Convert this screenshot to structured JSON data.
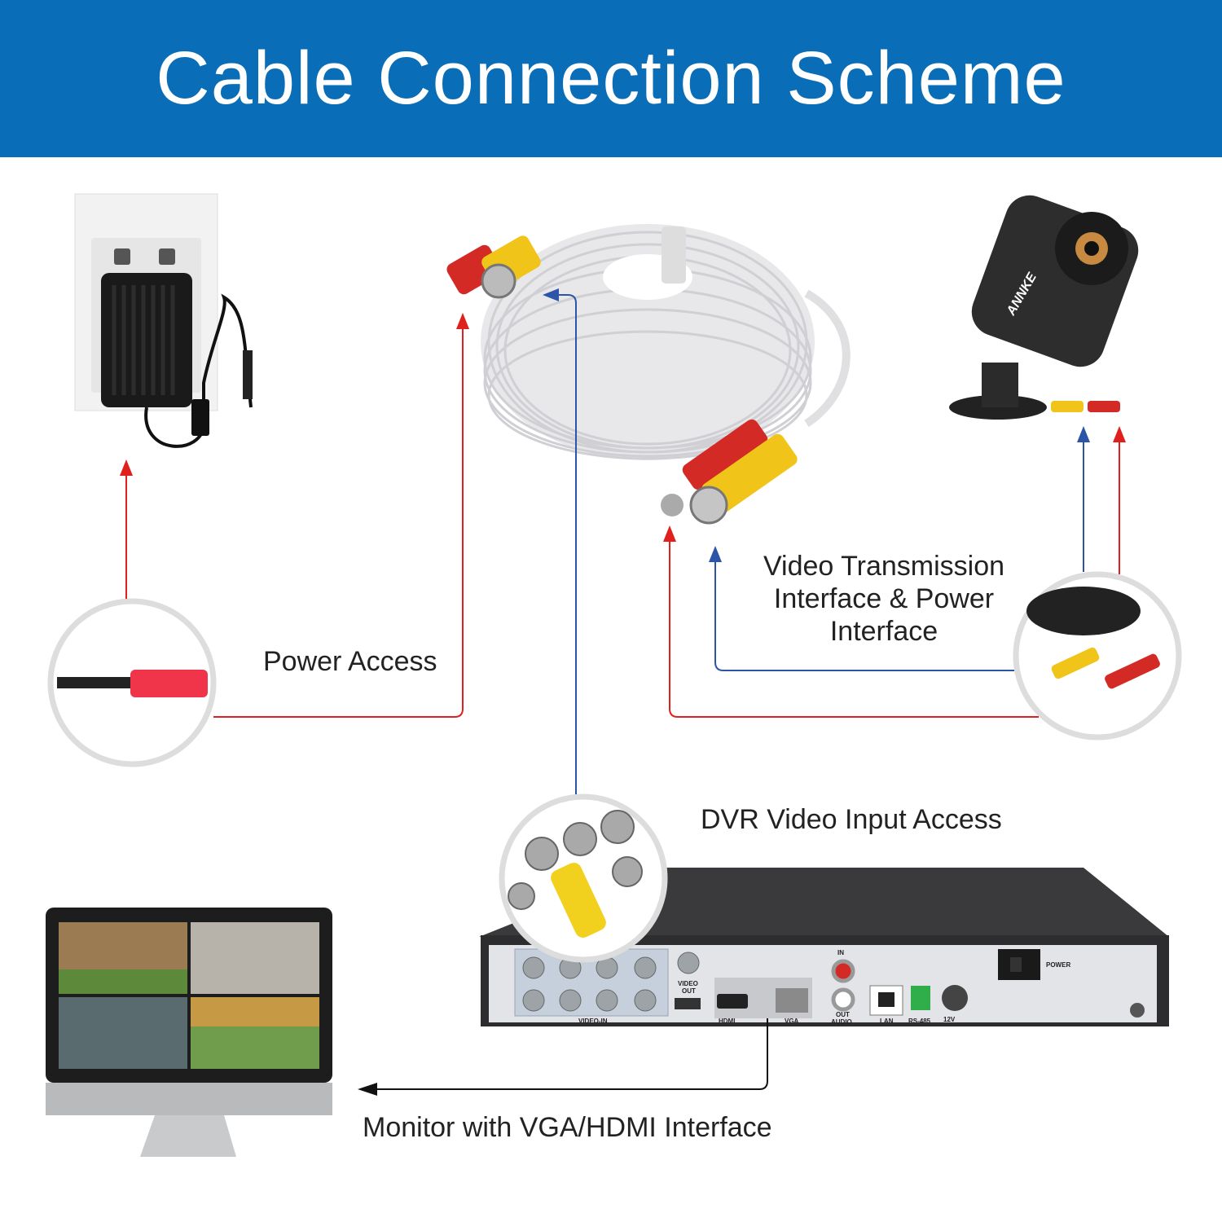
{
  "title": "Cable Connection Scheme",
  "labels": {
    "power_access": "Power Access",
    "video_transmission": [
      "Video Transmission",
      "Interface & Power",
      "Interface"
    ],
    "dvr_input": "DVR Video Input Access",
    "monitor": "Monitor with VGA/HDMI Interface"
  },
  "camera_brand": "ANNKE",
  "dvr_panel": {
    "video_in": "VIDEO-IN",
    "video_out": [
      "VIDEO",
      "OUT"
    ],
    "hdmi": "HDMI",
    "vga": "VGA",
    "audio_in": "IN",
    "audio_out": "OUT",
    "audio": "AUDIO",
    "lan": "LAN",
    "rs485": "RS-485",
    "power_dc": "12V",
    "power_switch": "POWER"
  },
  "colors": {
    "banner": "#0a6db7",
    "power_line": "#e0201c",
    "video_line": "#2c55a8",
    "monitor_line": "#111111"
  }
}
